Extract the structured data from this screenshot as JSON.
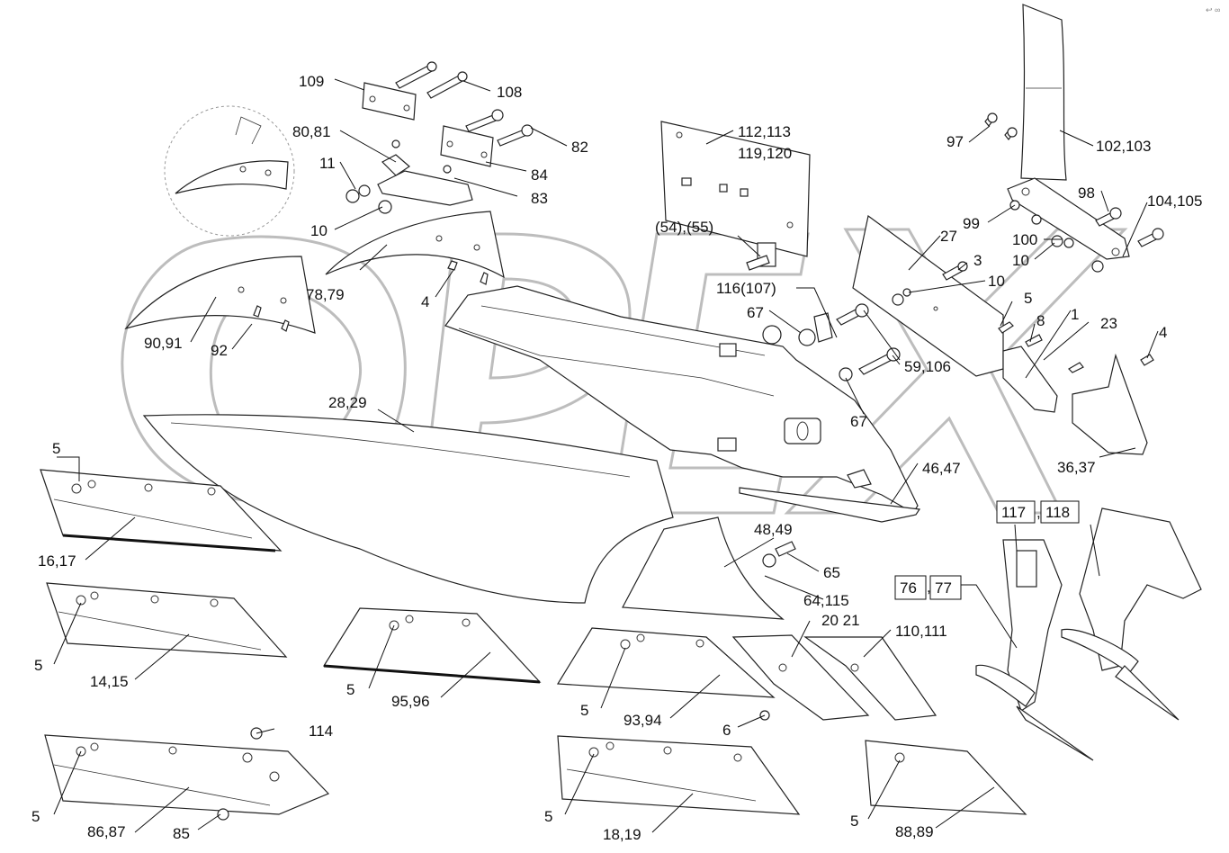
{
  "watermark": "OPEX",
  "corner_mark": "↩ ∞",
  "callouts": [
    {
      "id": "c109",
      "text": "109"
    },
    {
      "id": "c108",
      "text": "108"
    },
    {
      "id": "c8081",
      "text": "80,81"
    },
    {
      "id": "c82",
      "text": "82"
    },
    {
      "id": "c11",
      "text": "11"
    },
    {
      "id": "c84",
      "text": "84"
    },
    {
      "id": "c83",
      "text": "83"
    },
    {
      "id": "c10a",
      "text": "10"
    },
    {
      "id": "c7879",
      "text": "78,79"
    },
    {
      "id": "c4a",
      "text": "4"
    },
    {
      "id": "c9091",
      "text": "90,91"
    },
    {
      "id": "c92",
      "text": "92"
    },
    {
      "id": "c112",
      "text": "112,113"
    },
    {
      "id": "c119",
      "text": "119,120"
    },
    {
      "id": "c5455",
      "text": "(54),(55)"
    },
    {
      "id": "c97",
      "text": "97"
    },
    {
      "id": "c102",
      "text": "102,103"
    },
    {
      "id": "c98",
      "text": "98"
    },
    {
      "id": "c104",
      "text": "104,105"
    },
    {
      "id": "c99",
      "text": "99"
    },
    {
      "id": "c27",
      "text": "27"
    },
    {
      "id": "c100",
      "text": "100"
    },
    {
      "id": "c10b",
      "text": "10"
    },
    {
      "id": "c3",
      "text": "3"
    },
    {
      "id": "c10c",
      "text": "10"
    },
    {
      "id": "c116",
      "text": "116(107)"
    },
    {
      "id": "c5a",
      "text": "5"
    },
    {
      "id": "c1",
      "text": "1"
    },
    {
      "id": "c8",
      "text": "8"
    },
    {
      "id": "c23",
      "text": "23"
    },
    {
      "id": "c67a",
      "text": "67"
    },
    {
      "id": "c59",
      "text": "59,106"
    },
    {
      "id": "c4b",
      "text": "4"
    },
    {
      "id": "c67b",
      "text": "67"
    },
    {
      "id": "c2829",
      "text": "28,29"
    },
    {
      "id": "c3637",
      "text": "36,37"
    },
    {
      "id": "c4647",
      "text": "46,47"
    },
    {
      "id": "c5b",
      "text": "5"
    },
    {
      "id": "c1617",
      "text": "16,17"
    },
    {
      "id": "c4849",
      "text": "48,49"
    },
    {
      "id": "c65",
      "text": "65"
    },
    {
      "id": "c117",
      "text": "117"
    },
    {
      "id": "c118",
      "text": "118"
    },
    {
      "id": "c64",
      "text": "64,115"
    },
    {
      "id": "c76",
      "text": "76"
    },
    {
      "id": "c77",
      "text": "77"
    },
    {
      "id": "c2021",
      "text": "20 21"
    },
    {
      "id": "c110",
      "text": "110,111"
    },
    {
      "id": "c5c",
      "text": "5"
    },
    {
      "id": "c1415",
      "text": "14,15"
    },
    {
      "id": "c5d",
      "text": "5"
    },
    {
      "id": "c9596",
      "text": "95,96"
    },
    {
      "id": "c5e",
      "text": "5"
    },
    {
      "id": "c9394",
      "text": "93,94"
    },
    {
      "id": "c6",
      "text": "6"
    },
    {
      "id": "c114",
      "text": "114"
    },
    {
      "id": "c5f",
      "text": "5"
    },
    {
      "id": "c8687",
      "text": "86,87"
    },
    {
      "id": "c85",
      "text": "85"
    },
    {
      "id": "c5g",
      "text": "5"
    },
    {
      "id": "c1819",
      "text": "18,19"
    },
    {
      "id": "c5h",
      "text": "5"
    },
    {
      "id": "c8889",
      "text": "88,89"
    }
  ]
}
